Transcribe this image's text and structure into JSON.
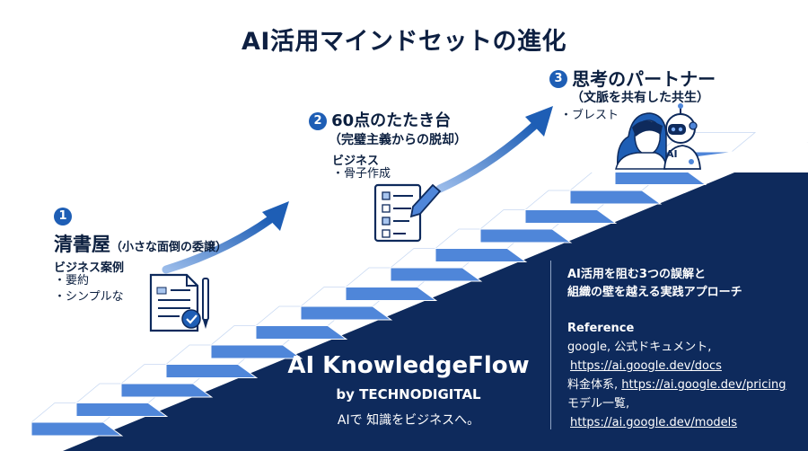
{
  "title": "AI活用マインドセットの進化",
  "steps": [
    {
      "number": "1",
      "title": "清書屋",
      "subtitle": "（小さな面倒の委譲）",
      "category": "ビジネス案例",
      "bullets": [
        "・要約",
        "・シンプルな"
      ]
    },
    {
      "number": "2",
      "title": "60点のたたき台",
      "subtitle": "（完璧主義からの脱却）",
      "category": "ビジネス",
      "bullets": [
        "・骨子作成"
      ]
    },
    {
      "number": "3",
      "title": "思考のパートナー",
      "subtitle": "（文脈を共有した共生）",
      "bullets": [
        "・ブレスト"
      ],
      "robot_label": "AI"
    }
  ],
  "brand": {
    "name": "AI KnowledgeFlow",
    "by": "by TECHNODIGITAL",
    "tagline": "AIで 知識をビジネスへ。"
  },
  "info": {
    "heading_1": "AI活用を阻む3つの誤解と",
    "heading_2": "組織の壁を越える実践アプローチ",
    "reference_label": "Reference",
    "ref_line_1": "google, 公式ドキュメント,",
    "ref_link_1": "https://ai.google.dev/docs",
    "ref_pricing_prefix": "料金体系, ",
    "ref_link_2": "https://ai.google.dev/pricing",
    "ref_line_3": "モデル一覧,",
    "ref_link_3": "https://ai.google.dev/models"
  },
  "colors": {
    "navy": "#0e2a5c",
    "step_blue": "#4f86d9",
    "step_light": "#dbe7f8",
    "badge_blue": "#1e5eb5"
  }
}
